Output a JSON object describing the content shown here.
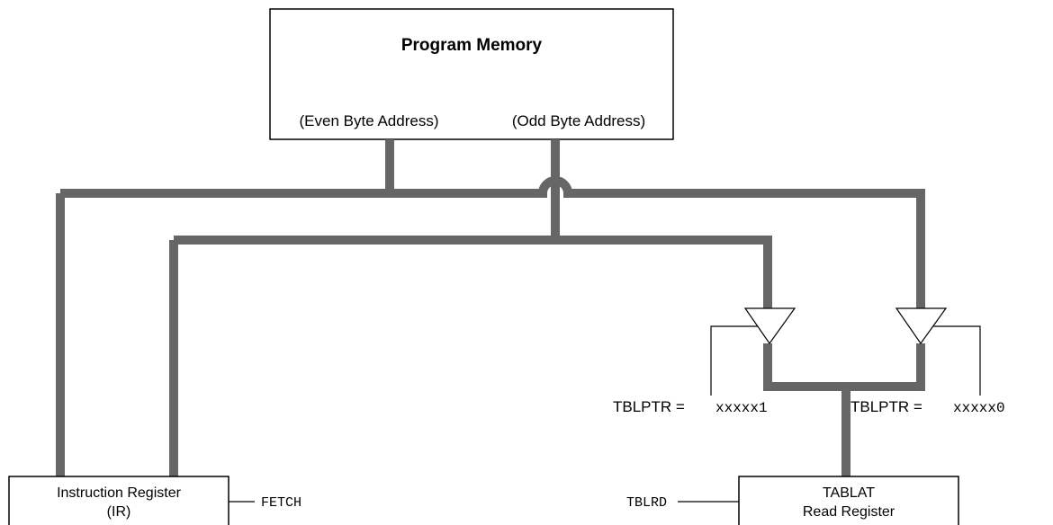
{
  "program_memory": {
    "title": "Program Memory",
    "even_label": "(Even Byte Address)",
    "odd_label": "(Odd Byte Address)"
  },
  "instruction_register": {
    "line1": "Instruction Register",
    "line2": "(IR)",
    "signal": "FETCH"
  },
  "tablat": {
    "line1": "TABLAT",
    "line2": "Read Register",
    "signal": "TBLRD"
  },
  "tblptr_odd": {
    "prefix": "TBLPTR =",
    "value": "xxxxx1"
  },
  "tblptr_even": {
    "prefix": "TBLPTR =",
    "value": "xxxxx0"
  },
  "colors": {
    "bus": "#666666",
    "line": "#000000"
  }
}
